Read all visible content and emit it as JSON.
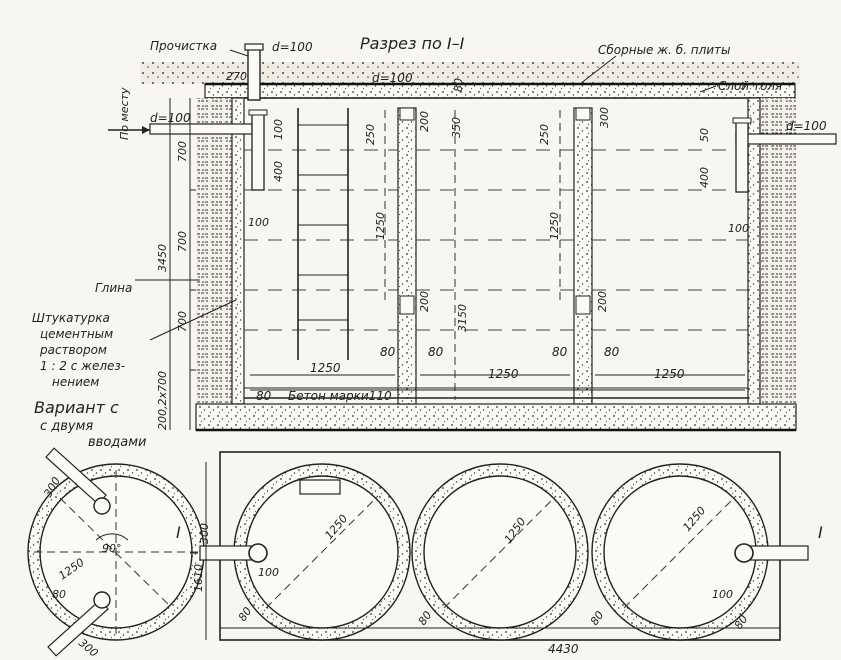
{
  "section": {
    "title": "Разрез по I–I",
    "label_cleanout": "Прочистка",
    "label_cleanout_d": "d=100",
    "label_slabs": "Сборные ж. б. плиты",
    "label_pipe_top": "d=100",
    "label_roofing": "Слой толя",
    "label_on_site": "По месту",
    "label_inlet_left": "d=100",
    "label_outlet_right": "d=100",
    "label_clay": "Глина",
    "label_plaster": [
      "Штукатурка",
      "цементным",
      "раствором",
      "1 : 2 с желез-",
      "нением"
    ],
    "label_concrete": "Бетон марки110",
    "dims": {
      "d270": "270",
      "d80_top": "80",
      "d700a": "700",
      "d700b": "700",
      "d700c": "700",
      "d3450": "3450",
      "d200_2x700": "200,2x700",
      "d100_l": "100",
      "d400_l": "400",
      "d100_l2": "100",
      "d250_a": "250",
      "d200_a": "200",
      "d350": "350",
      "d1250_v1": "1250",
      "d3150": "3150",
      "d200_b": "200",
      "d250_b": "250",
      "d300_b": "300",
      "d1250_v2": "1250",
      "d200_c": "200",
      "d50": "50",
      "d400_r": "400",
      "d100_r": "100",
      "d1250_h1": "1250",
      "d80_a": "80",
      "d80_b": "80",
      "d1250_h2": "1250",
      "d80_c": "80",
      "d80_d": "80",
      "d1250_h3": "1250",
      "d80_e": "80"
    }
  },
  "variant": {
    "title": [
      "Вариант с",
      "с двумя",
      "вводами"
    ],
    "d300_a": "300",
    "d90": "90°",
    "d1250": "1250",
    "d80": "80",
    "d300_b": "300"
  },
  "plan": {
    "mark_left": "I",
    "mark_right": "I",
    "d300": "300",
    "d1610": "1610",
    "d100_l": "100",
    "d1250_a": "1250",
    "d1250_b": "1250",
    "d1250_c": "1250",
    "d100_r": "100",
    "d80_a": "80",
    "d80_b": "80",
    "d80_c": "80",
    "d80_d": "80",
    "d4430": "4430"
  }
}
